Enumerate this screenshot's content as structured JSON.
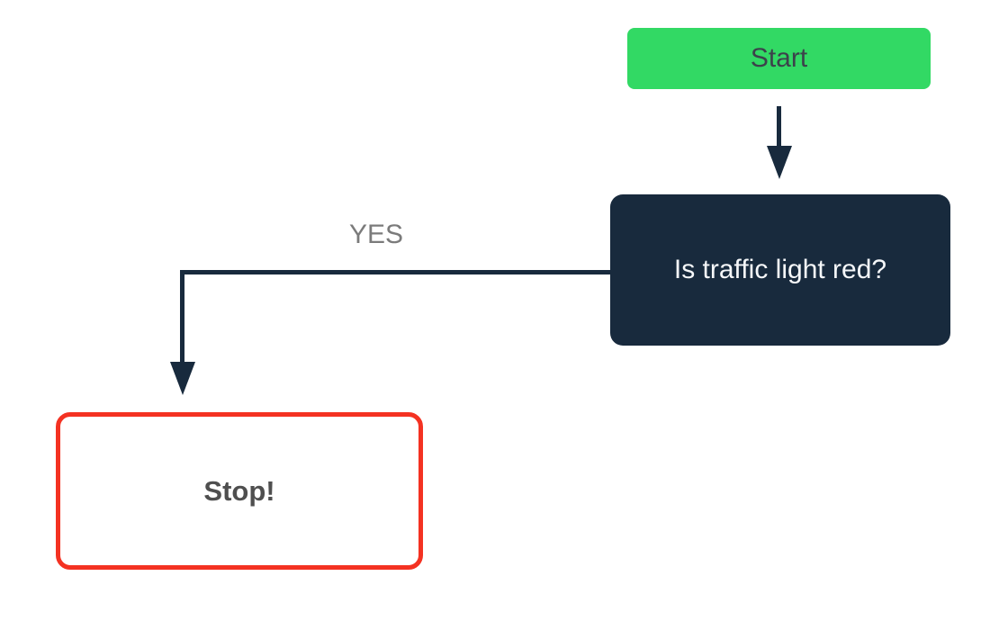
{
  "diagram": {
    "type": "flowchart",
    "nodes": {
      "start": {
        "label": "Start",
        "kind": "start"
      },
      "decision": {
        "label": "Is traffic light red?",
        "kind": "decision"
      },
      "stop": {
        "label": "Stop!",
        "kind": "terminal"
      }
    },
    "edges": {
      "start_to_decision": {
        "from": "start",
        "to": "decision",
        "label": ""
      },
      "decision_to_stop": {
        "from": "decision",
        "to": "stop",
        "label": "YES"
      }
    }
  },
  "colors": {
    "start-bg": "#32d964",
    "start-text": "#3c424b",
    "decision-bg": "#182a3d",
    "decision-text": "#f5f7f9",
    "stop-border": "#f43222",
    "stop-text": "#4f4f4f",
    "edge-label": "#7b7b7b",
    "connector": "#182a3d",
    "canvas-bg": "#ffffff"
  }
}
